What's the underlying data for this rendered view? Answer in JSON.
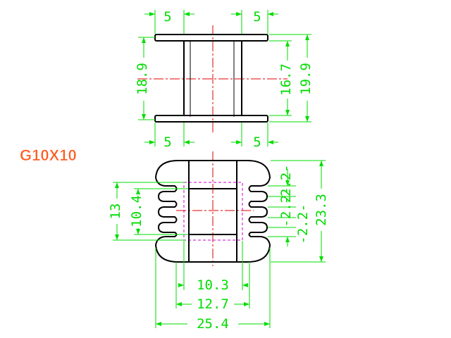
{
  "title": "G10X10",
  "colors": {
    "outline": "#000000",
    "dimension": "#00dd00",
    "centerline": "#e00000",
    "hidden": "#cc00cc",
    "title": "#ff5a1e",
    "title_outline": "#ffffff",
    "background": "#ffffff"
  },
  "top_view": {
    "flange_width_left": "5",
    "flange_width_right": "5",
    "flange_width_left_bottom": "5",
    "flange_width_right_bottom": "5",
    "overall_height_left": "18.9",
    "inner_height": "16.7",
    "overall_height_right": "19.9"
  },
  "bottom_view": {
    "height_13": "13",
    "height_10_4": "10.4",
    "slot_top": "-2.2-",
    "slot_mid": "-2.2-",
    "slot_bottom": "-2.2-",
    "overall_height": "23.3",
    "width_10_3": "10.3",
    "width_12_7": "12.7",
    "width_25_4": "25.4"
  }
}
